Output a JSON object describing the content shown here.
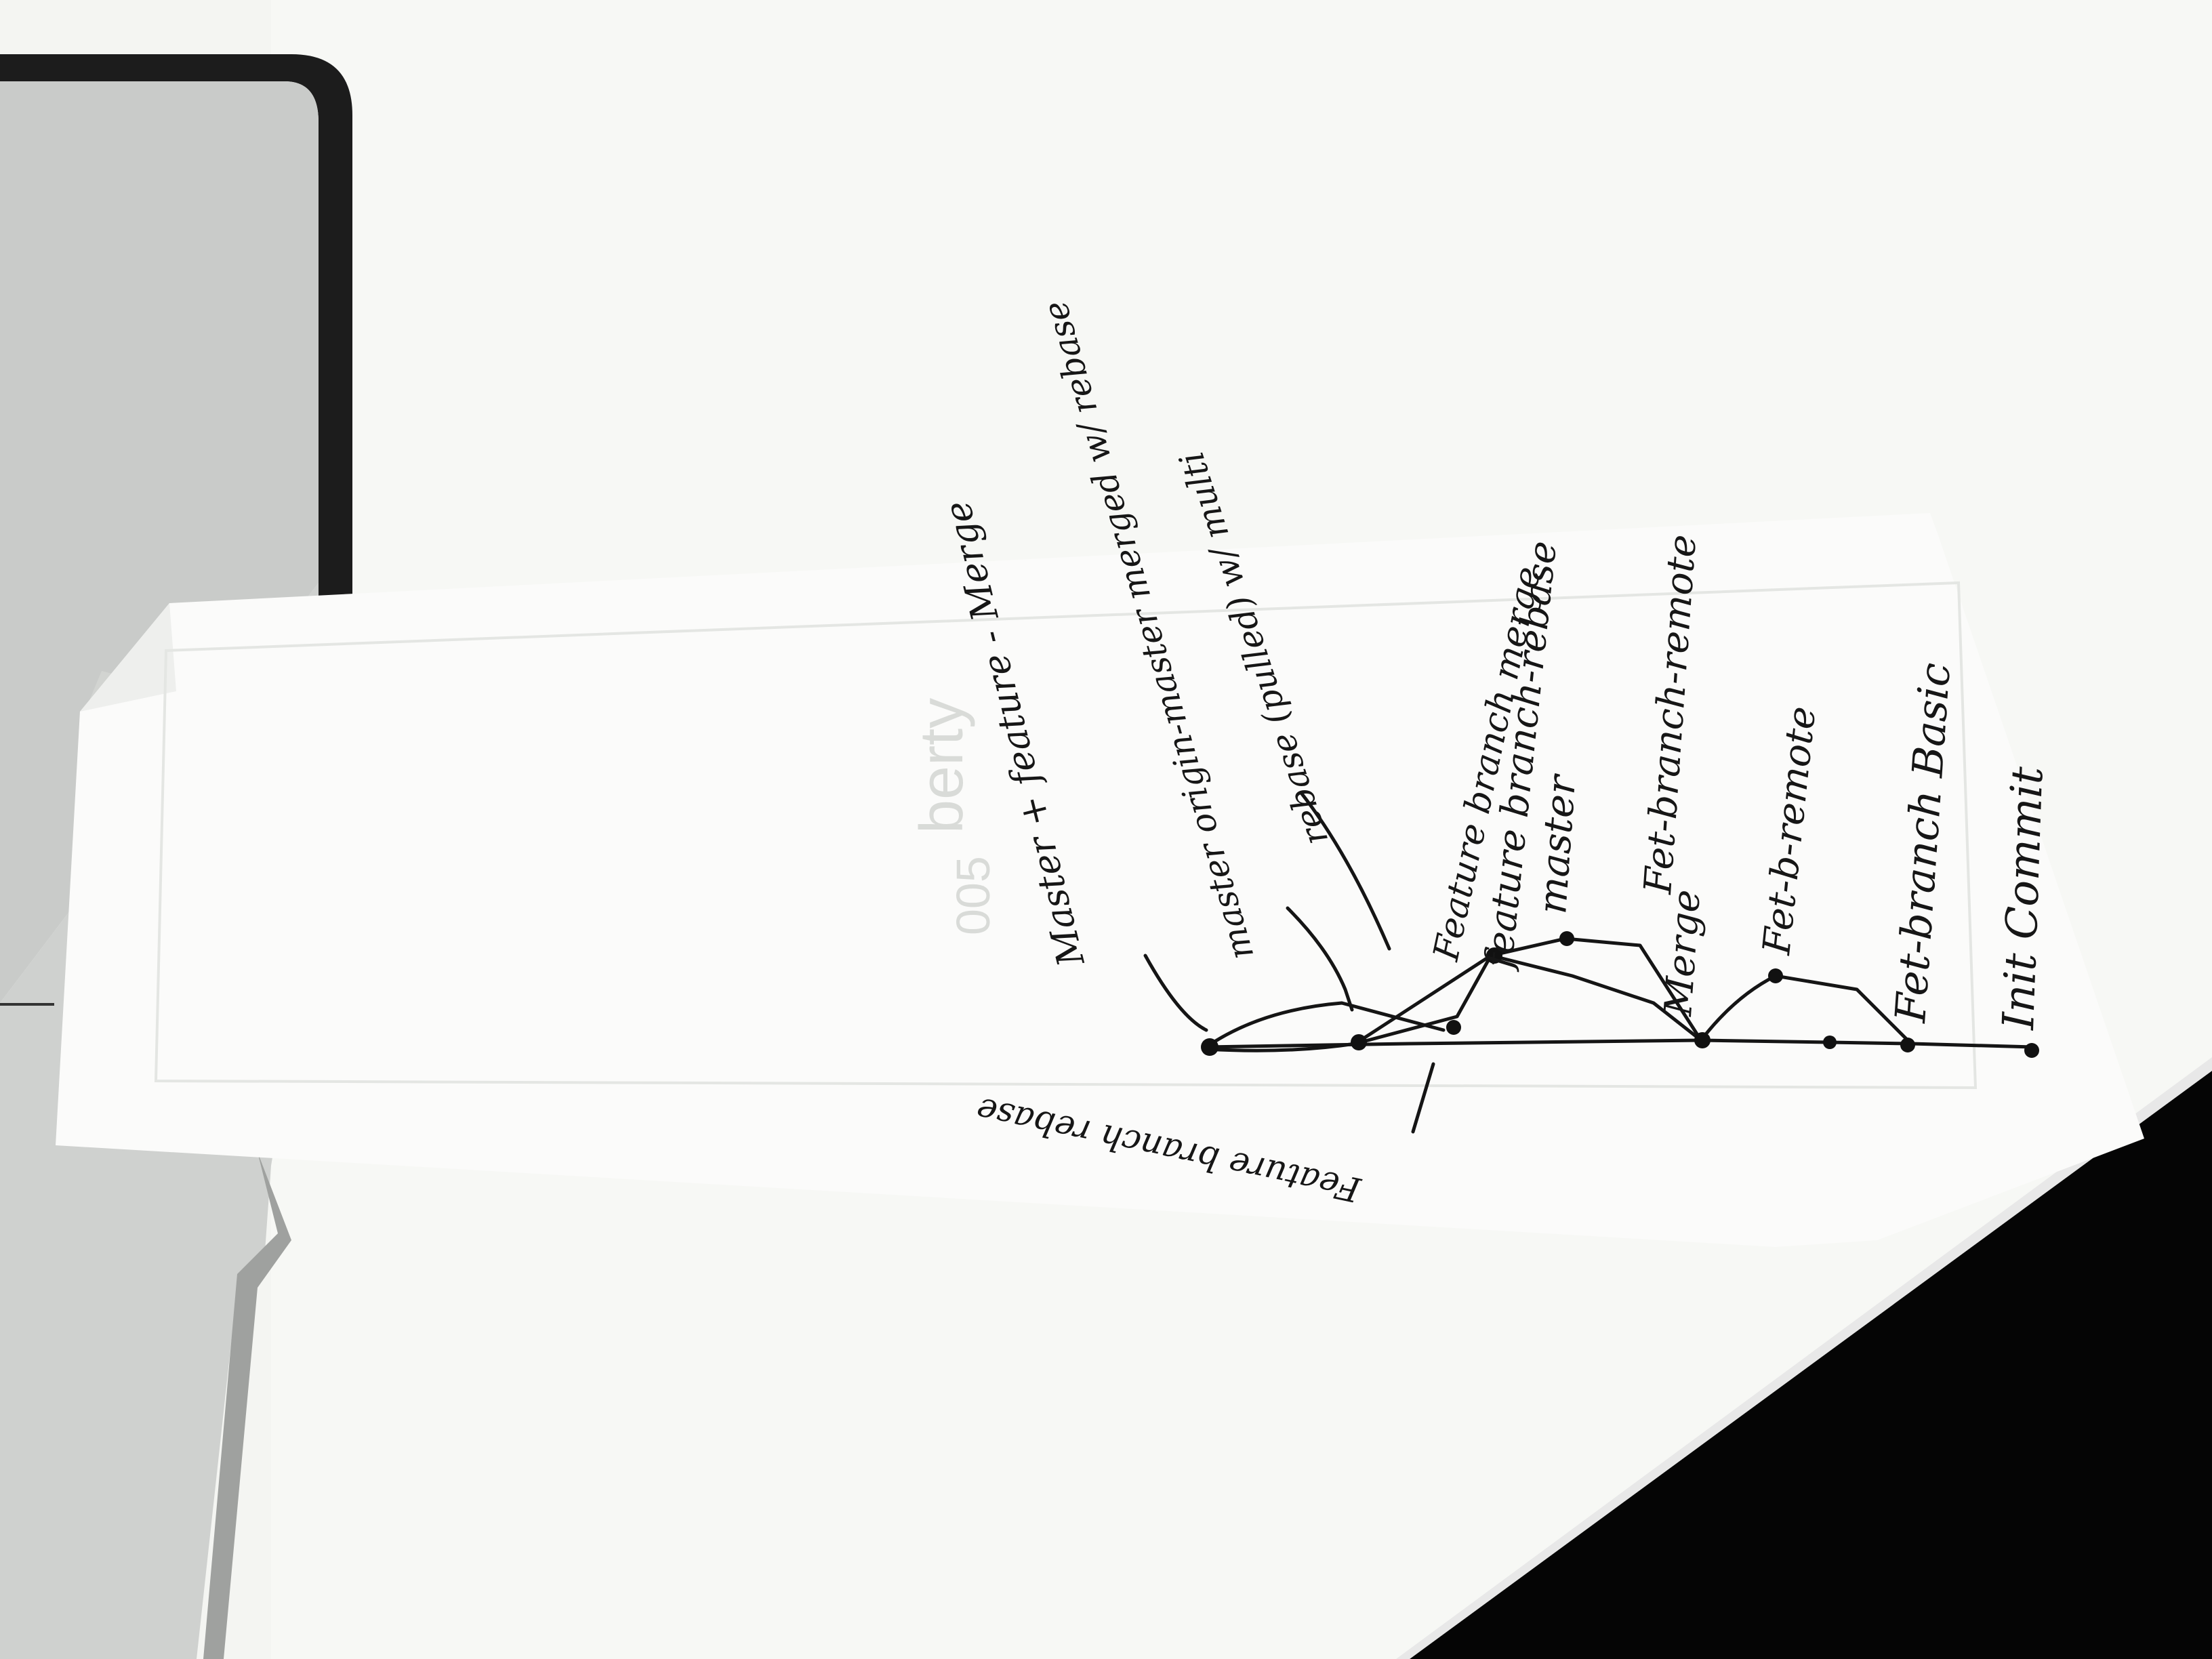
{
  "background": {
    "table_color": "#ffffff",
    "laptop_color": "#c4c6c4",
    "bezel_color": "#1a1a1a",
    "dark_corner": "#050505",
    "paper_color": "#fbfbfa",
    "ink_color": "#151515"
  },
  "paper": {
    "printed_text": {
      "line1": "berty",
      "line2": "005"
    },
    "commits": [
      {
        "id": "c-init"
      },
      {
        "id": "c-fet-basic"
      },
      {
        "id": "c-mid"
      },
      {
        "id": "c-merge"
      },
      {
        "id": "c-remote"
      },
      {
        "id": "c-mid2"
      },
      {
        "id": "c-master"
      },
      {
        "id": "c-feature-rebase"
      },
      {
        "id": "c-rebase-tip"
      },
      {
        "id": "c-feat-merge"
      },
      {
        "id": "c-final"
      }
    ],
    "labels": {
      "init": "Init Commit",
      "fet_basic": "Fet-branch Basic",
      "fet_b_remote": "Fet-b-remote",
      "merge": "Merge",
      "fet_branch_remote": "Fet-branch-remote",
      "master": "master",
      "feature_branch_rebase": "feature branch-rebase",
      "feature_branch_merge": "Feature branch merge",
      "rebase_group": "rebase (pulled) w/ multi",
      "master_origin": "master origin-master merged w/ rebase",
      "master_feature": "Master + feature - Merge",
      "feature_branch_rebase2": "Feature branch rebase"
    }
  }
}
